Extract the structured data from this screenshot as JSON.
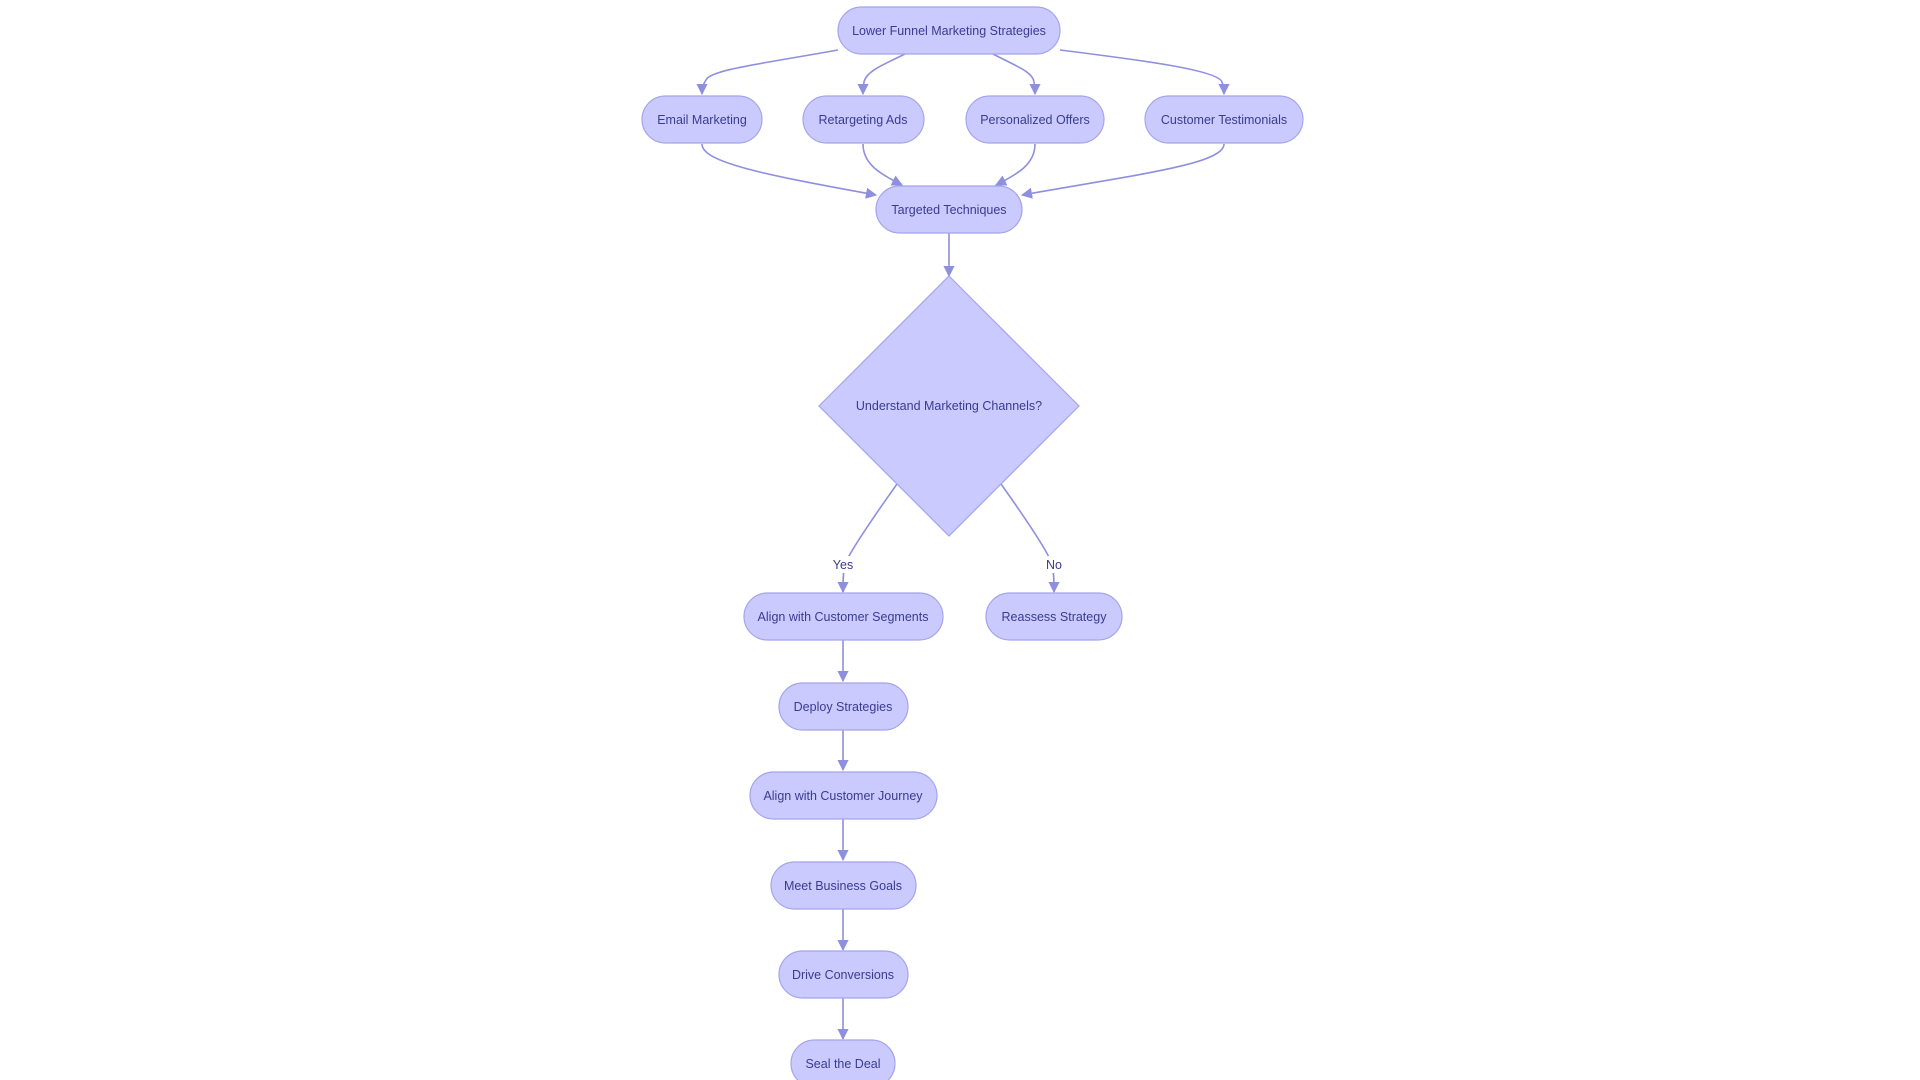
{
  "nodes": {
    "lower_funnel": "Lower Funnel Marketing Strategies",
    "email": "Email Marketing",
    "retargeting": "Retargeting Ads",
    "personalized": "Personalized Offers",
    "testimonials": "Customer Testimonials",
    "targeted": "Targeted Techniques",
    "understand": "Understand Marketing Channels?",
    "align_segments": "Align with Customer Segments",
    "reassess": "Reassess Strategy",
    "deploy": "Deploy Strategies",
    "align_journey": "Align with Customer Journey",
    "business_goals": "Meet Business Goals",
    "conversions": "Drive Conversions",
    "seal": "Seal the Deal"
  },
  "edge_labels": {
    "yes": "Yes",
    "no": "No"
  },
  "colors": {
    "node_fill": "#cacaff",
    "node_stroke": "#a4a4ec",
    "edge": "#8f8fe0",
    "text": "#3b3b8f"
  }
}
